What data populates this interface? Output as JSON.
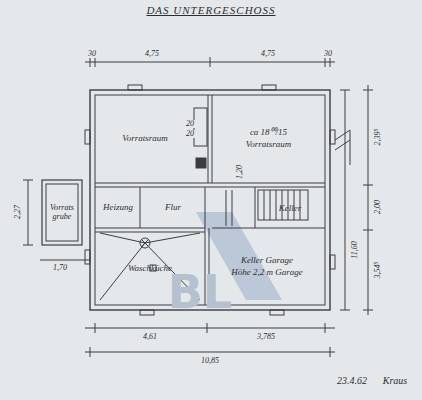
{
  "diagram": {
    "title": "DAS UNTERGESCHOSS",
    "nodes": [
      {
        "text": [
          "Vorratsraum"
        ]
      },
      {
        "text": [
          "ca 18⁰⁰/15",
          "Vorratsraum"
        ]
      },
      {
        "text": [
          "Vorrats grube"
        ]
      },
      {
        "text": [
          "Heizung"
        ]
      },
      {
        "text": [
          "Flur"
        ]
      },
      {
        "text": [
          "Keller"
        ]
      },
      {
        "text": [
          "Waschküche"
        ]
      },
      {
        "text": [
          "Keller Garage",
          "Höhe 2,2 m Garage"
        ]
      }
    ],
    "labels": [
      "30",
      "4,75",
      "4,75",
      "30",
      "20",
      "20",
      "2,39⁵",
      "2,00",
      "3,54⁵",
      "11,60",
      "2,27",
      "1,70",
      "4,61",
      "3,785",
      "10,85",
      "1,20",
      "23.4.62",
      "Kraus",
      "BL"
    ]
  }
}
